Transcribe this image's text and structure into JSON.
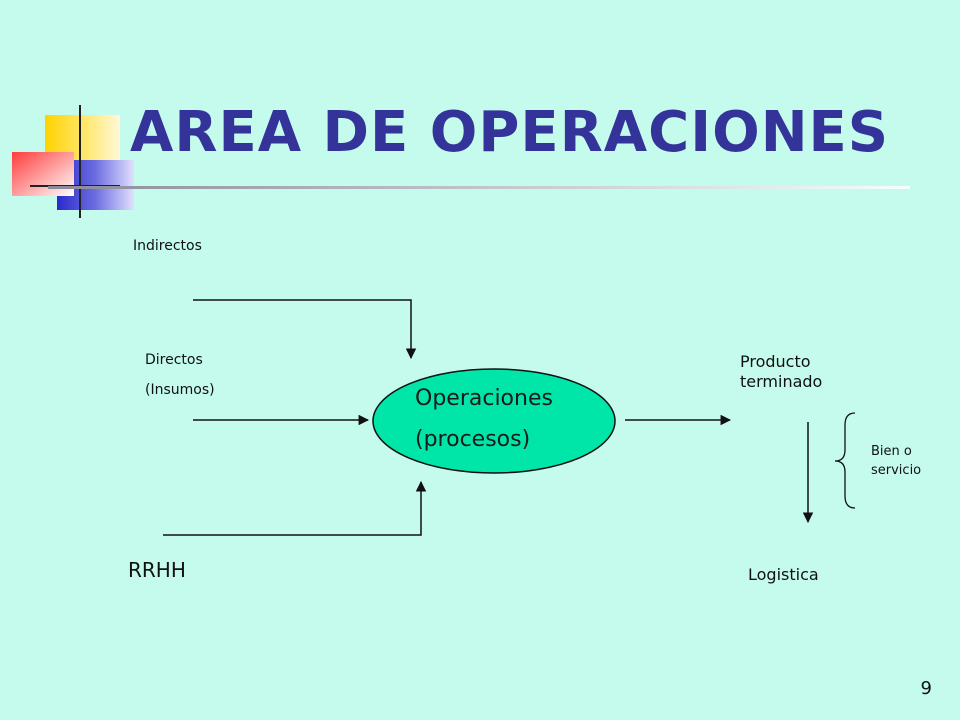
{
  "title": "AREA DE OPERACIONES",
  "inputs": {
    "indirectos": "Indirectos",
    "directos": "Directos",
    "insumos": "(Insumos)",
    "rrhh": "RRHH"
  },
  "process": {
    "line1": "Operaciones",
    "line2": "(procesos)"
  },
  "output": {
    "producto": "Producto",
    "terminado": "terminado",
    "bien": "Bien o",
    "servicio": "servicio",
    "logistica": "Logistica"
  },
  "page_number": "9",
  "colors": {
    "background": "#c4fbec",
    "title": "#33339a",
    "oval": "#00e6a8",
    "deco_yellow": "#ffd200",
    "deco_red": "#ff3b3b",
    "deco_blue": "#3333cc"
  }
}
